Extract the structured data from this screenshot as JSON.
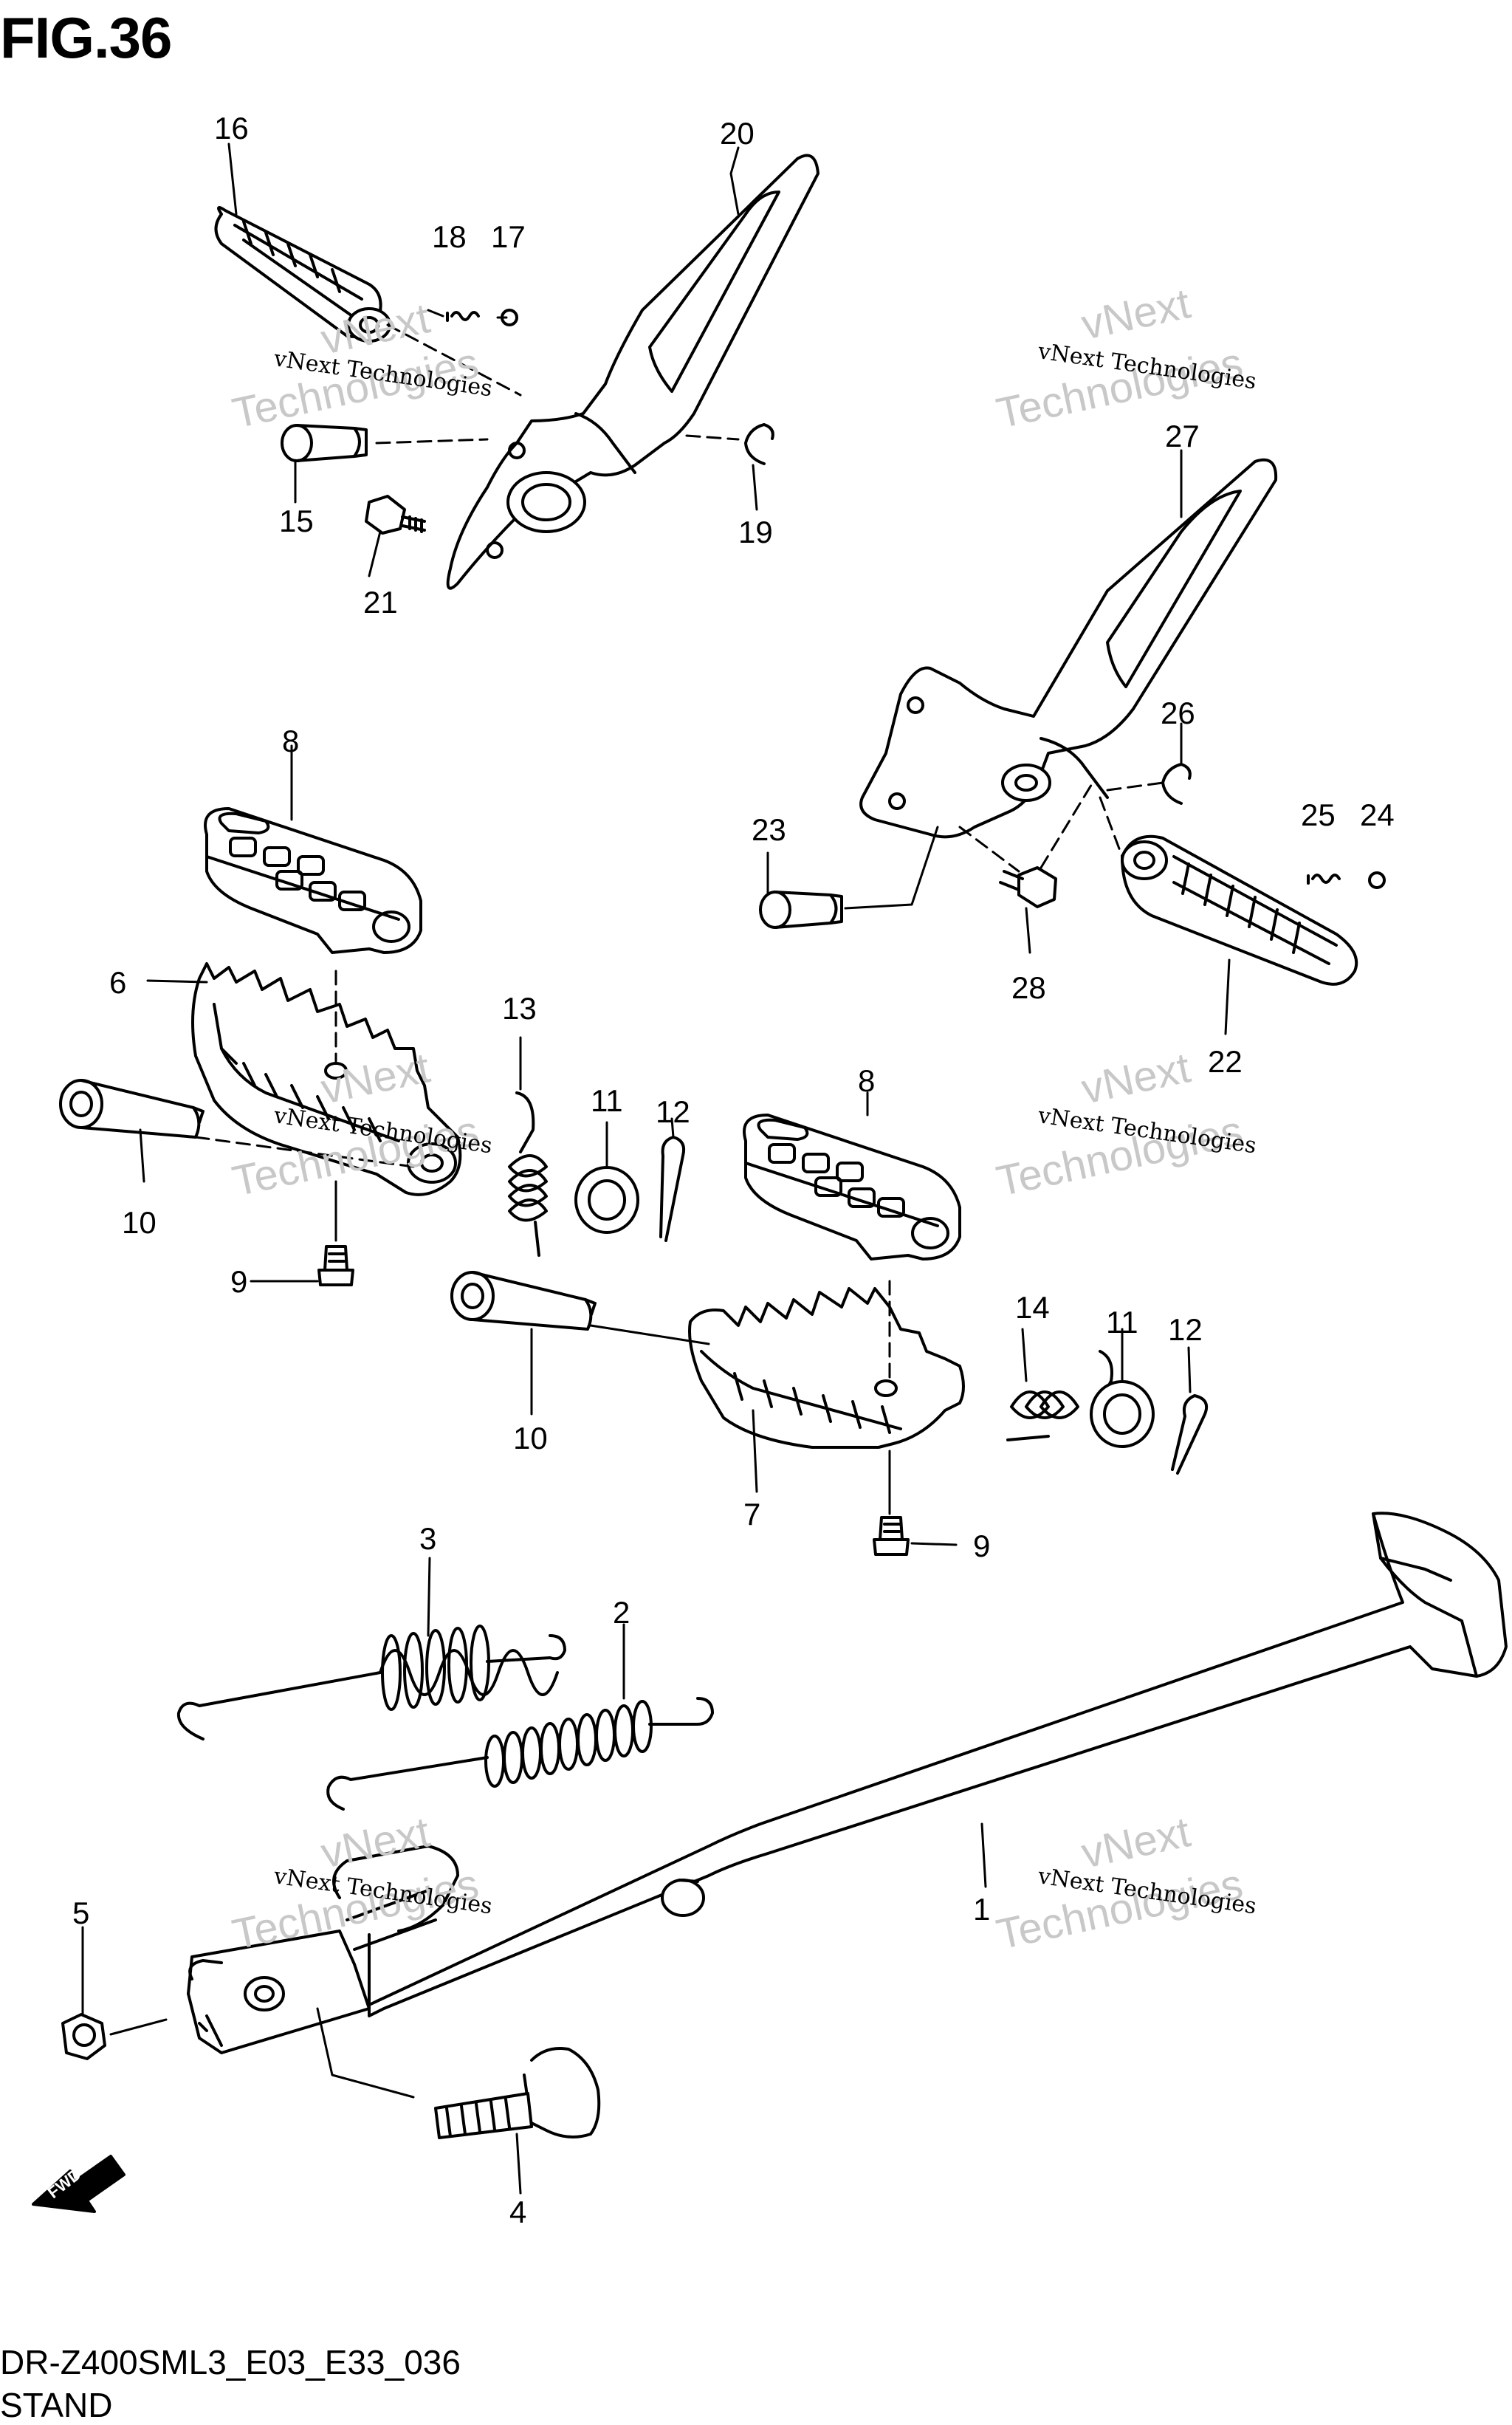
{
  "figure": {
    "title": "FIG.36",
    "code": "DR-Z400SML3_E03_E33_036",
    "name": "STAND"
  },
  "callouts": [
    "1",
    "2",
    "3",
    "4",
    "5",
    "6",
    "7",
    "8",
    "8",
    "9",
    "9",
    "10",
    "10",
    "11",
    "11",
    "12",
    "12",
    "13",
    "14",
    "15",
    "16",
    "17",
    "18",
    "19",
    "20",
    "21",
    "22",
    "23",
    "24",
    "25",
    "26",
    "27",
    "28"
  ],
  "watermark": {
    "line1": "vNext Technologies",
    "line2": "vNext",
    "line3": "Technologies"
  },
  "fwd_label": "FWD"
}
